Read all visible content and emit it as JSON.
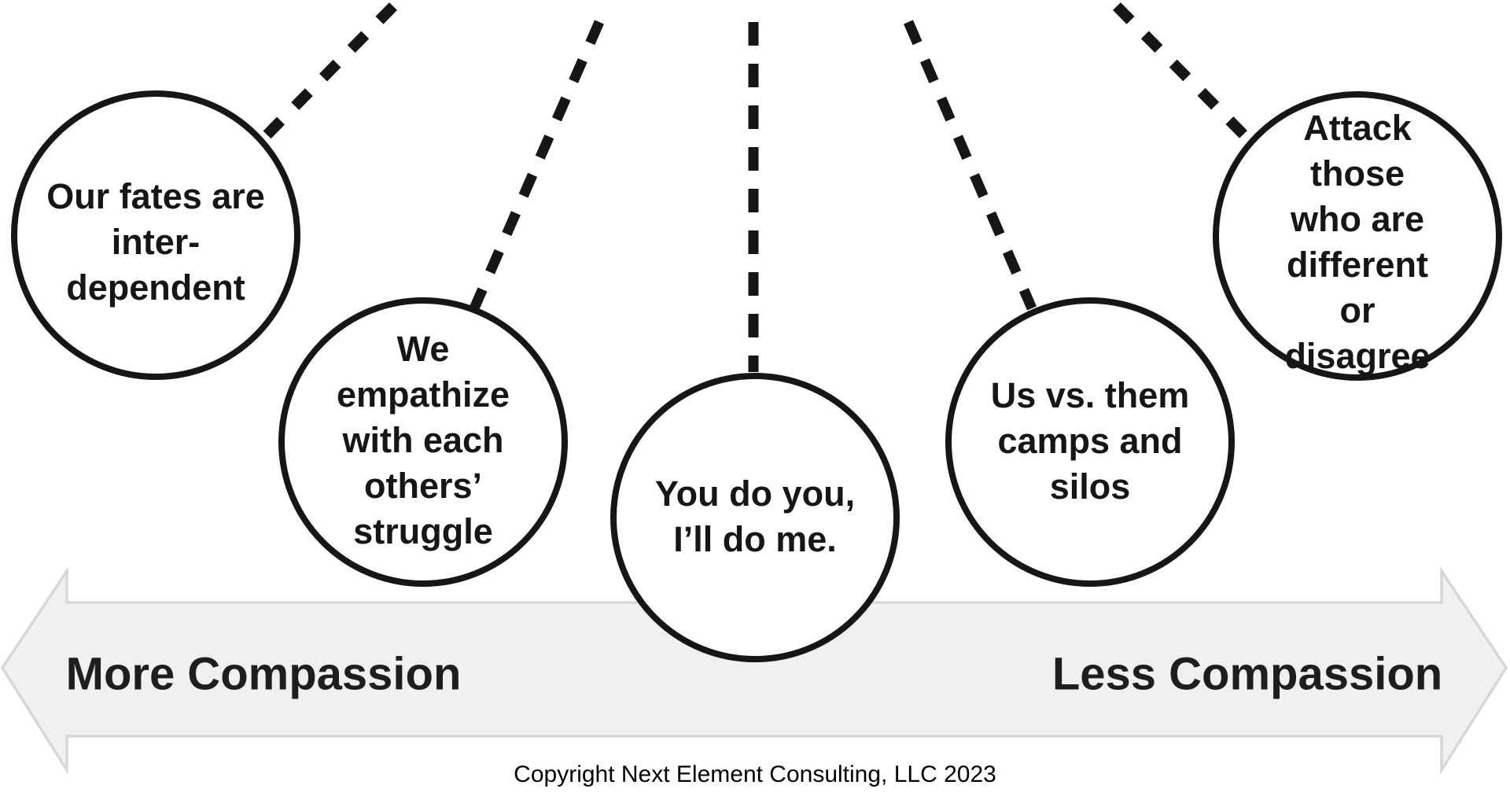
{
  "colors": {
    "ink": "#161616",
    "arrow_fill": "#f0f0ee",
    "arrow_stroke": "#d7d7d3",
    "axis_label_ink": "#1e1e1e"
  },
  "diagram": {
    "nodes": [
      {
        "label": "Our fates are\ninter-\ndependent"
      },
      {
        "label": "We\nempathize\nwith each\nothers’\nstruggle"
      },
      {
        "label": "You do you,\nI’ll do me."
      },
      {
        "label": "Us vs. them\ncamps and\nsilos"
      },
      {
        "label": "Attack those\nwho are\ndifferent or\ndisagree"
      }
    ],
    "axis": {
      "left_label": "More Compassion",
      "right_label": "Less Compassion"
    },
    "footer": "Copyright Next Element Consulting, LLC 2023"
  }
}
